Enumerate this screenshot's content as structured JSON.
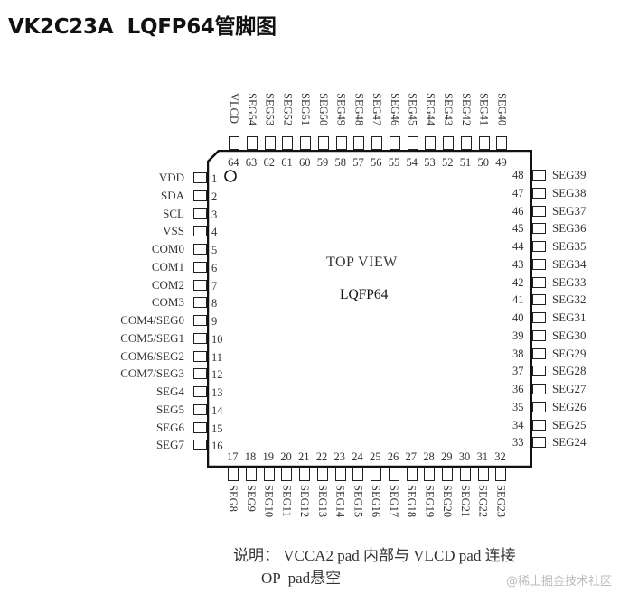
{
  "title": "VK2C23A  LQFP64管脚图",
  "package": {
    "view_label": "TOP VIEW",
    "name": "LQFP64",
    "pin1_marker": "circle"
  },
  "pins": {
    "left": [
      {
        "num": "1",
        "name": "VDD"
      },
      {
        "num": "2",
        "name": "SDA"
      },
      {
        "num": "3",
        "name": "SCL"
      },
      {
        "num": "4",
        "name": "VSS"
      },
      {
        "num": "5",
        "name": "COM0"
      },
      {
        "num": "6",
        "name": "COM1"
      },
      {
        "num": "7",
        "name": "COM2"
      },
      {
        "num": "8",
        "name": "COM3"
      },
      {
        "num": "9",
        "name": "COM4/SEG0"
      },
      {
        "num": "10",
        "name": "COM5/SEG1"
      },
      {
        "num": "11",
        "name": "COM6/SEG2"
      },
      {
        "num": "12",
        "name": "COM7/SEG3"
      },
      {
        "num": "13",
        "name": "SEG4"
      },
      {
        "num": "14",
        "name": "SEG5"
      },
      {
        "num": "15",
        "name": "SEG6"
      },
      {
        "num": "16",
        "name": "SEG7"
      }
    ],
    "bottom": [
      {
        "num": "17",
        "name": "SEG8"
      },
      {
        "num": "18",
        "name": "SEG9"
      },
      {
        "num": "19",
        "name": "SEG10"
      },
      {
        "num": "20",
        "name": "SEG11"
      },
      {
        "num": "21",
        "name": "SEG12"
      },
      {
        "num": "22",
        "name": "SEG13"
      },
      {
        "num": "23",
        "name": "SEG14"
      },
      {
        "num": "24",
        "name": "SEG15"
      },
      {
        "num": "25",
        "name": "SEG16"
      },
      {
        "num": "26",
        "name": "SEG17"
      },
      {
        "num": "27",
        "name": "SEG18"
      },
      {
        "num": "28",
        "name": "SEG19"
      },
      {
        "num": "29",
        "name": "SEG20"
      },
      {
        "num": "30",
        "name": "SEG21"
      },
      {
        "num": "31",
        "name": "SEG22"
      },
      {
        "num": "32",
        "name": "SEG23"
      }
    ],
    "right": [
      {
        "num": "48",
        "name": "SEG39"
      },
      {
        "num": "47",
        "name": "SEG38"
      },
      {
        "num": "46",
        "name": "SEG37"
      },
      {
        "num": "45",
        "name": "SEG36"
      },
      {
        "num": "44",
        "name": "SEG35"
      },
      {
        "num": "43",
        "name": "SEG34"
      },
      {
        "num": "42",
        "name": "SEG33"
      },
      {
        "num": "41",
        "name": "SEG32"
      },
      {
        "num": "40",
        "name": "SEG31"
      },
      {
        "num": "39",
        "name": "SEG30"
      },
      {
        "num": "38",
        "name": "SEG29"
      },
      {
        "num": "37",
        "name": "SEG28"
      },
      {
        "num": "36",
        "name": "SEG27"
      },
      {
        "num": "35",
        "name": "SEG26"
      },
      {
        "num": "34",
        "name": "SEG25"
      },
      {
        "num": "33",
        "name": "SEG24"
      }
    ],
    "top": [
      {
        "num": "64",
        "name": "VLCD"
      },
      {
        "num": "63",
        "name": "SEG54"
      },
      {
        "num": "62",
        "name": "SEG53"
      },
      {
        "num": "61",
        "name": "SEG52"
      },
      {
        "num": "60",
        "name": "SEG51"
      },
      {
        "num": "59",
        "name": "SEG50"
      },
      {
        "num": "58",
        "name": "SEG49"
      },
      {
        "num": "57",
        "name": "SEG48"
      },
      {
        "num": "56",
        "name": "SEG47"
      },
      {
        "num": "55",
        "name": "SEG46"
      },
      {
        "num": "54",
        "name": "SEG45"
      },
      {
        "num": "53",
        "name": "SEG44"
      },
      {
        "num": "52",
        "name": "SEG43"
      },
      {
        "num": "51",
        "name": "SEG42"
      },
      {
        "num": "50",
        "name": "SEG41"
      },
      {
        "num": "49",
        "name": "SEG40"
      }
    ]
  },
  "note": {
    "line1": "说明： VCCA2 pad 内部与 VLCD pad 连接",
    "line2": "OP  pad悬空"
  },
  "watermark": "@稀土掘金技术社区"
}
